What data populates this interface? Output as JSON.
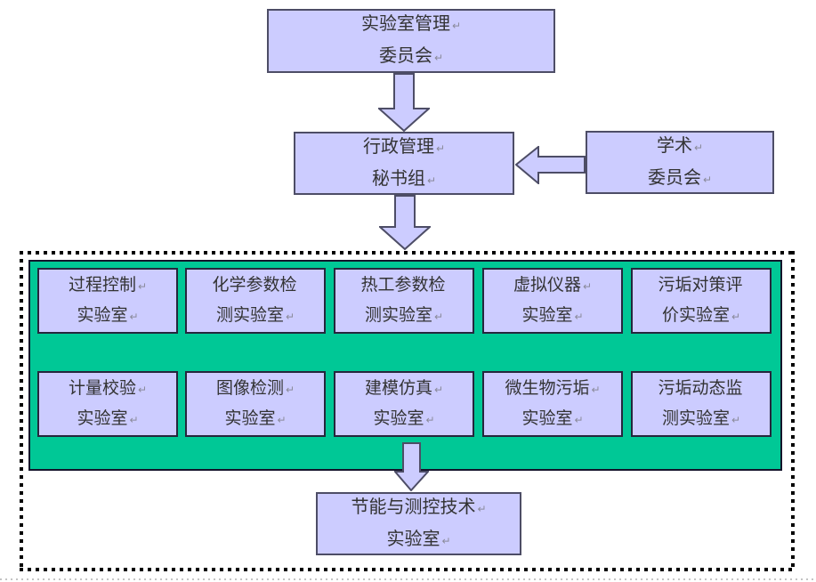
{
  "colors": {
    "box_fill": "#ccccff",
    "edge": "#4d4d66",
    "lab_edge": "#26263d",
    "green_fill": "#00c896",
    "green_edge": "#14142b",
    "dash": "#000000",
    "ink": "#333333",
    "mark": "#8a8a9a"
  },
  "glyphs": {
    "return_mark": "↵"
  },
  "nodes": {
    "top": {
      "l1": "实验室管理",
      "m1": "↵",
      "l2": "委员会",
      "m2": "↵"
    },
    "admin": {
      "l1": "行政管理",
      "m1": "↵",
      "l2": "秘书组",
      "m2": "↵"
    },
    "academic": {
      "l1": "学术",
      "m1": "↵",
      "l2": "委员会",
      "m2": "↵"
    },
    "bottom": {
      "l1": "节能与测控技术",
      "m1": "↵",
      "l2": "实验室",
      "m2": "↵"
    }
  },
  "labs": [
    {
      "l1": "过程控制",
      "m1": "↵",
      "l2": "实验室",
      "m2": "↵"
    },
    {
      "l1": "化学参数检",
      "m1": "",
      "l2": "测实验室",
      "m2": "↵"
    },
    {
      "l1": "热工参数检",
      "m1": "",
      "l2": "测实验室",
      "m2": "↵"
    },
    {
      "l1": "虚拟仪器",
      "m1": "↵",
      "l2": "实验室",
      "m2": "↵"
    },
    {
      "l1": "污垢对策评",
      "m1": "",
      "l2": "价实验室",
      "m2": "↵"
    },
    {
      "l1": "计量校验",
      "m1": "↵",
      "l2": "实验室",
      "m2": "↵"
    },
    {
      "l1": "图像检测",
      "m1": "↵",
      "l2": "实验室",
      "m2": "↵"
    },
    {
      "l1": "建模仿真",
      "m1": "↵",
      "l2": "实验室",
      "m2": "↵"
    },
    {
      "l1": "微生物污垢",
      "m1": "↵",
      "l2": "实验室",
      "m2": "↵"
    },
    {
      "l1": "污垢动态监",
      "m1": "",
      "l2": "测实验室",
      "m2": "↵"
    }
  ]
}
